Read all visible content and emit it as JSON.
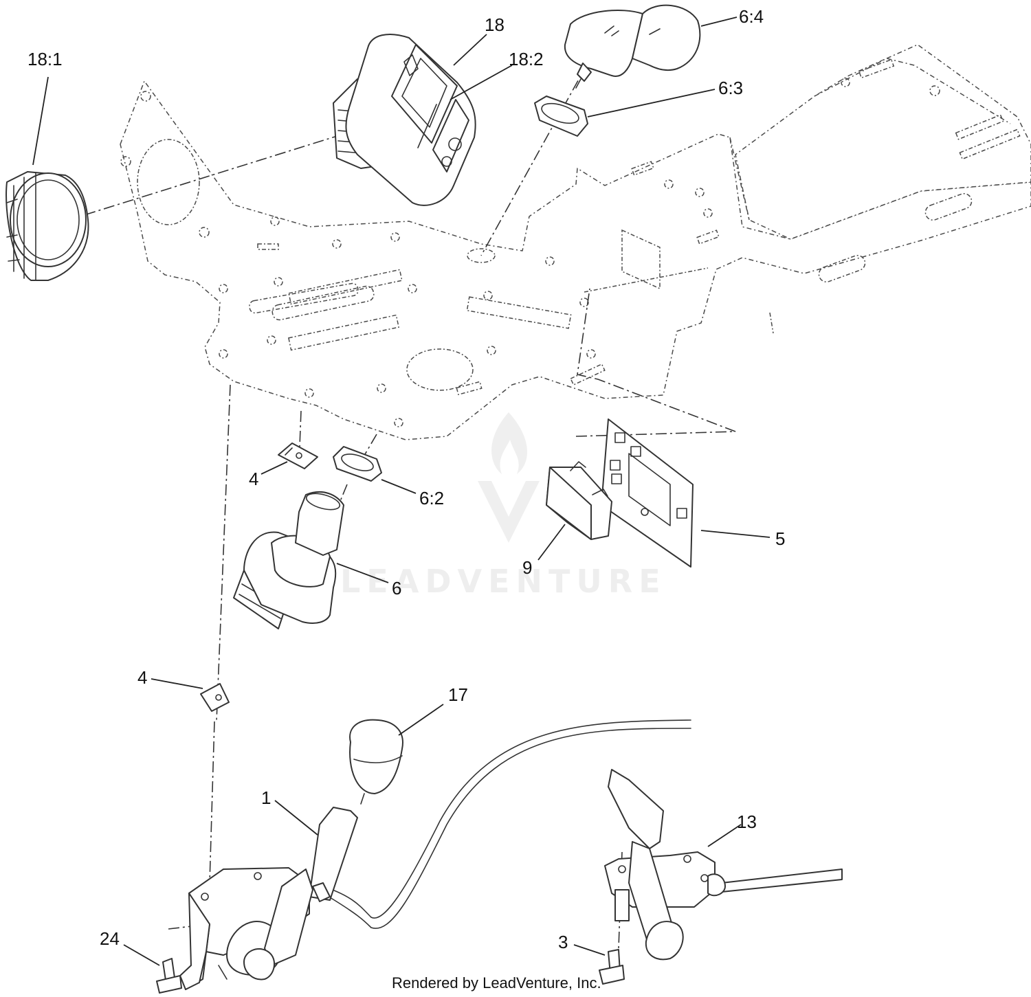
{
  "callouts": {
    "c18_1": "18:1",
    "c18": "18",
    "c18_2": "18:2",
    "c6_4": "6:4",
    "c6_3": "6:3",
    "c4a": "4",
    "c6_2": "6:2",
    "c6": "6",
    "c9": "9",
    "c5": "5",
    "c4b": "4",
    "c17": "17",
    "c1": "1",
    "c13": "13",
    "c24": "24",
    "c3": "3"
  },
  "watermark": {
    "text": "LEADVENTURE"
  },
  "credit": "Rendered by LeadVenture, Inc.",
  "colors": {
    "line": "#333333",
    "background": "#ffffff",
    "watermark": "#eeeeee"
  }
}
